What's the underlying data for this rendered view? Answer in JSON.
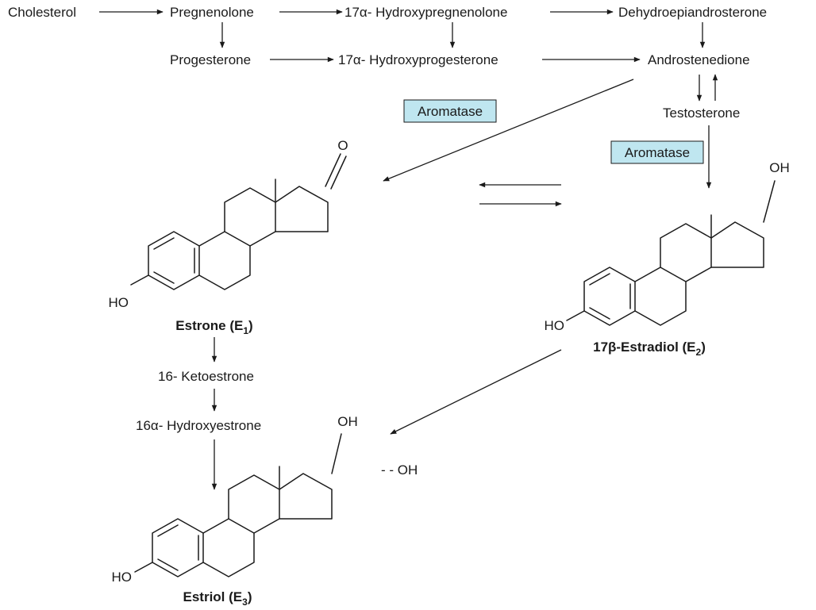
{
  "pathway": {
    "cholesterol": "Cholesterol",
    "pregnenolone": "Pregnenolone",
    "hydroxypregnenolone": "17α- Hydroxypregnenolone",
    "dhea": "Dehydroepiandrosterone",
    "progesterone": "Progesterone",
    "hydroxyprogesterone": "17α- Hydroxyprogesterone",
    "androstenedione": "Androstenedione",
    "testosterone": "Testosterone",
    "ketoestrone": "16- Ketoestrone",
    "hydroxyestrone": "16α- Hydroxyestrone"
  },
  "enzymes": {
    "aromatase_1": "Aromatase",
    "aromatase_2": "Aromatase"
  },
  "estrone": {
    "name": "Estrone (E",
    "sub": "1",
    "close": ")",
    "ho": "HO",
    "o": "O"
  },
  "estradiol": {
    "name": "17β-Estradiol (E",
    "sub": "2",
    "close": ")",
    "ho": "HO",
    "oh": "OH"
  },
  "estriol": {
    "name": "Estriol (E",
    "sub": "3",
    "close": ")",
    "ho": "HO",
    "oh17": "OH",
    "oh16": "- - OH"
  },
  "colors": {
    "enzyme_box": "#bfe6f0",
    "ink": "#1a1a1a"
  }
}
